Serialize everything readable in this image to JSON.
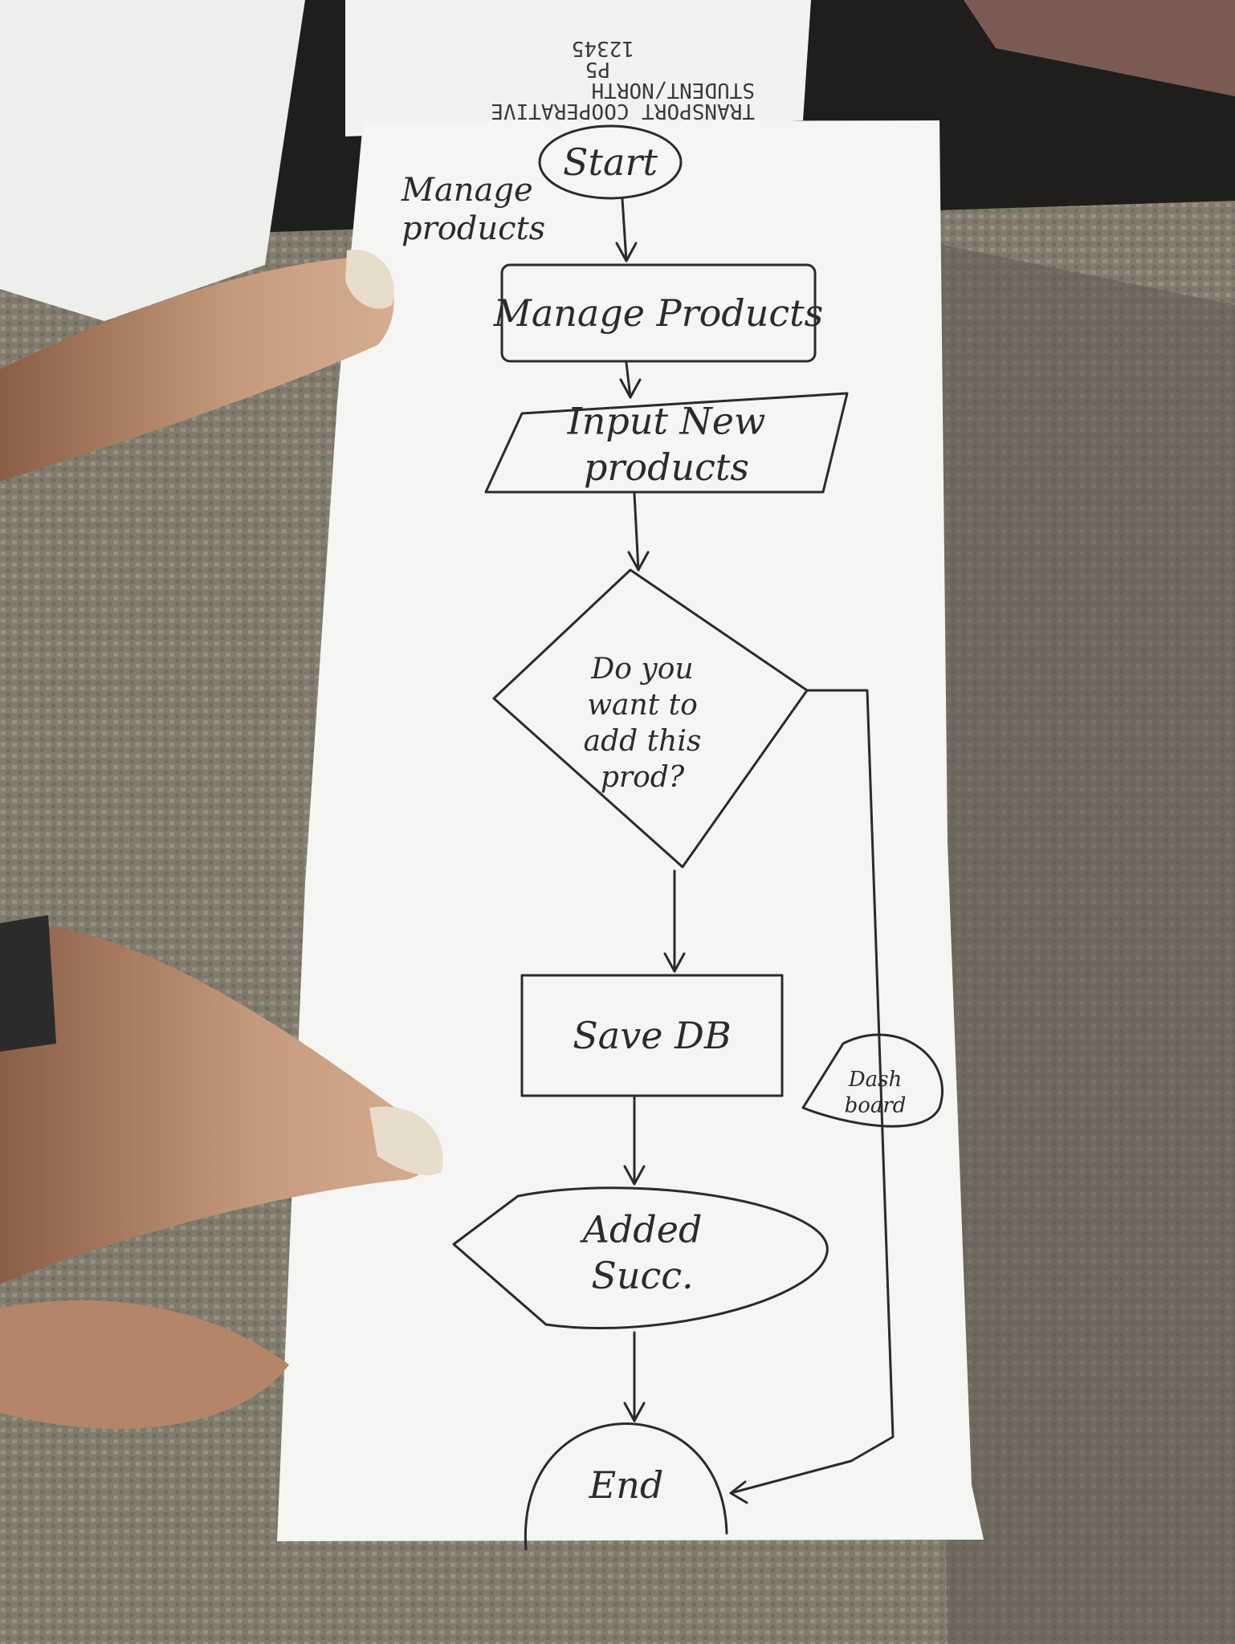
{
  "receipt": {
    "lines": [
      "TRANSPORT COOPERATIVE",
      "STUDENT/NORTH",
      "P5",
      "12345"
    ]
  },
  "flowchart": {
    "title_label": [
      "Manage",
      "products"
    ],
    "nodes": [
      {
        "id": "start",
        "shape": "oval",
        "text": [
          "Start"
        ]
      },
      {
        "id": "manage",
        "shape": "rectangle",
        "text": [
          "Manage Products"
        ]
      },
      {
        "id": "input",
        "shape": "parallelogram",
        "text": [
          "Input New",
          "products"
        ]
      },
      {
        "id": "decision",
        "shape": "diamond",
        "text": [
          "Do you",
          "want to",
          "add this",
          "prod?"
        ]
      },
      {
        "id": "save",
        "shape": "rectangle",
        "text": [
          "Save DB"
        ]
      },
      {
        "id": "display",
        "shape": "display",
        "text": [
          "Added",
          "Succ."
        ]
      },
      {
        "id": "end",
        "shape": "oval",
        "text": [
          "End"
        ]
      },
      {
        "id": "dashboard",
        "shape": "display",
        "text": [
          "Dash",
          "board"
        ]
      }
    ],
    "edges": [
      {
        "from": "start",
        "to": "manage"
      },
      {
        "from": "manage",
        "to": "input"
      },
      {
        "from": "input",
        "to": "decision"
      },
      {
        "from": "decision",
        "to": "save"
      },
      {
        "from": "save",
        "to": "display"
      },
      {
        "from": "display",
        "to": "end"
      },
      {
        "from": "decision",
        "to": "end"
      }
    ]
  },
  "colors": {
    "paper": "#f4f4f2",
    "ink": "#2a2a30",
    "fabric": "#8f887a",
    "skin": "#c99b7c"
  }
}
